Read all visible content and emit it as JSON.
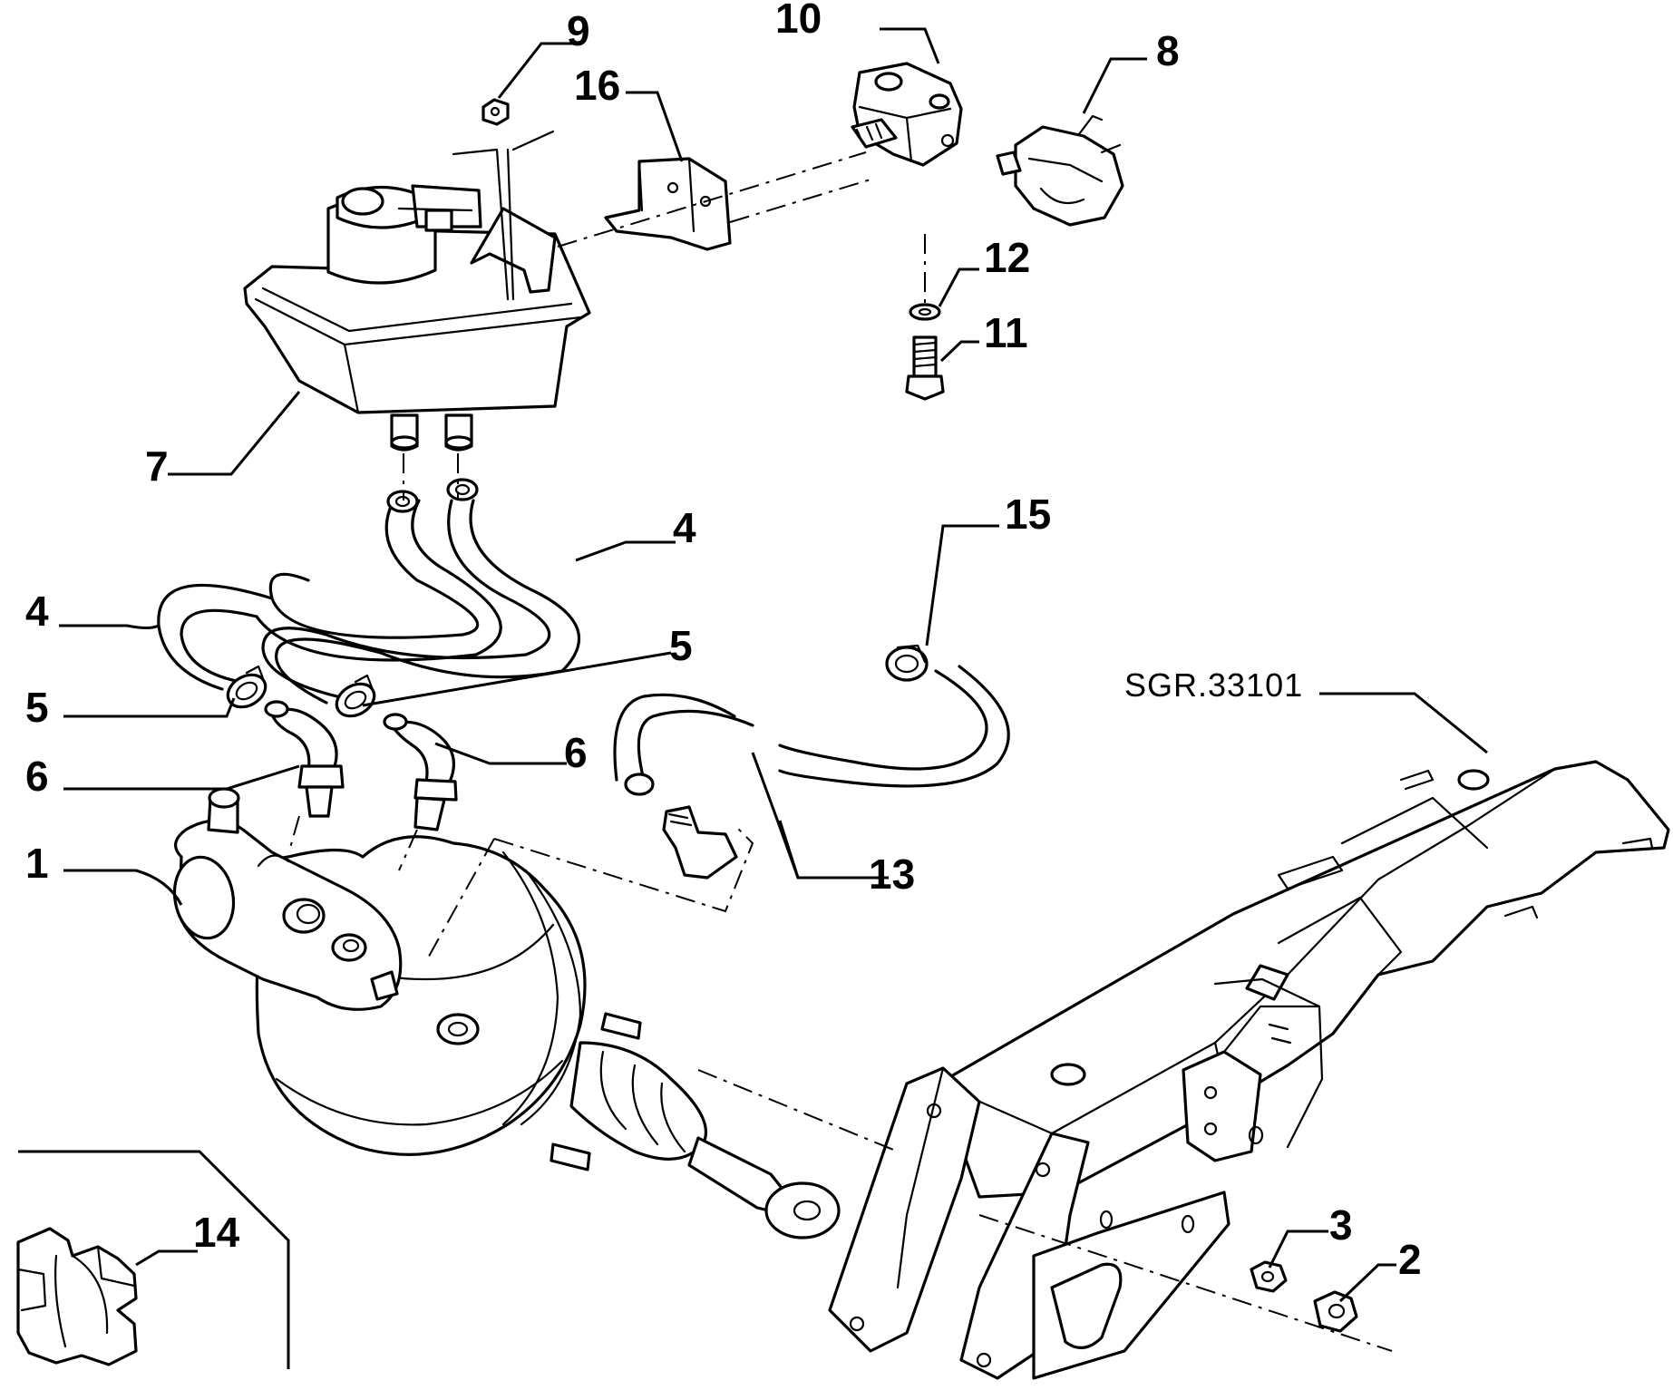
{
  "drawing_code": "SGR.33101",
  "callouts": {
    "c1": "1",
    "c2": "2",
    "c3": "3",
    "c4a": "4",
    "c4b": "4",
    "c5a": "5",
    "c5b": "5",
    "c6a": "6",
    "c6b": "6",
    "c7": "7",
    "c8": "8",
    "c9": "9",
    "c10": "10",
    "c11": "11",
    "c12": "12",
    "c13": "13",
    "c14": "14",
    "c15": "15",
    "c16": "16"
  }
}
